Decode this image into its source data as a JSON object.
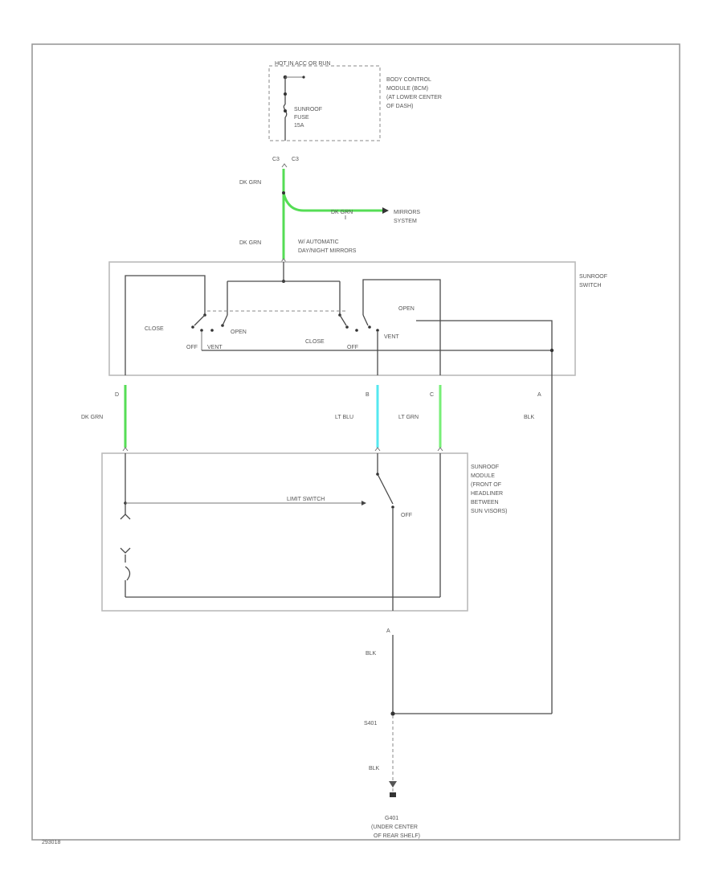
{
  "colors": {
    "dk_grn": "#55dd55",
    "lt_blu": "#55e8f0",
    "lt_grn": "#77ee77",
    "wire": "#4a4a4a",
    "box": "#bbbbbb"
  },
  "fuse_block": {
    "hot_label": "HOT IN ACC OR RUN",
    "fuse_label": [
      "SUNROOF",
      "FUSE",
      "15A"
    ],
    "bcm_label": [
      "BODY CONTROL",
      "MODULE (BCM)",
      "(AT LOWER CENTER",
      "OF DASH)"
    ]
  },
  "connectors": {
    "c3_left": "C3",
    "c3_right": "C3",
    "switch_d": "D",
    "switch_b": "B",
    "switch_c": "C",
    "switch_a": "A",
    "module_a": "A"
  },
  "wires": {
    "dk_grn_1": "DK GRN",
    "dk_grn_2": "DK GRN",
    "mirror_wire": "DK GRN",
    "dk_grn_3": "DK GRN",
    "lt_blu": "LT BLU",
    "lt_grn": "LT GRN",
    "blk_1": "BLK",
    "blk_2": "BLK",
    "blk_3": "BLK"
  },
  "mirrors": {
    "system": [
      "MIRRORS",
      "SYSTEM"
    ],
    "splice_note": [
      "W/ AUTOMATIC",
      "DAY/NIGHT MIRRORS"
    ]
  },
  "sunroof_switch": {
    "title": [
      "SUNROOF",
      "SWITCH"
    ],
    "close_left": "CLOSE",
    "open_left": "OPEN",
    "vent_left": "VENT",
    "off_left": "OFF",
    "close_right": "CLOSE",
    "open_right": "OPEN",
    "vent_right": "VENT",
    "off_right": "OFF"
  },
  "sunroof_module": {
    "title": [
      "SUNROOF",
      "MODULE",
      "(FRONT OF",
      "HEADLINER",
      "BETWEEN",
      "SUN VISORS)"
    ],
    "limit_switch": "LIMIT SWITCH",
    "off": "OFF"
  },
  "ground": {
    "splice": "S401",
    "ground_id": "G401",
    "location": [
      "(UNDER CENTER",
      "OF REAR SHELF)"
    ]
  },
  "footer": {
    "code": "293018"
  }
}
